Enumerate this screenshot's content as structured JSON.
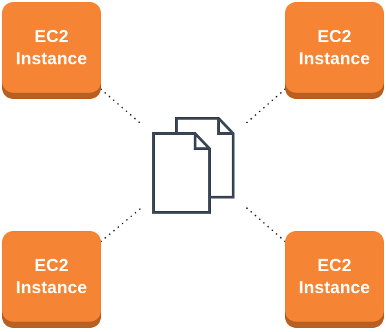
{
  "instances": [
    {
      "id": "top-left",
      "label_line1": "EC2",
      "label_line2": "Instance"
    },
    {
      "id": "top-right",
      "label_line1": "EC2",
      "label_line2": "Instance"
    },
    {
      "id": "bottom-left",
      "label_line1": "EC2",
      "label_line2": "Instance"
    },
    {
      "id": "bottom-right",
      "label_line1": "EC2",
      "label_line2": "Instance"
    }
  ],
  "center_icon": "documents-icon",
  "colors": {
    "instance_fill": "#f58534",
    "instance_shadow": "#b86022",
    "instance_text": "#ffffff",
    "icon_stroke": "#3b4655",
    "connector": "#1a1a1a"
  }
}
